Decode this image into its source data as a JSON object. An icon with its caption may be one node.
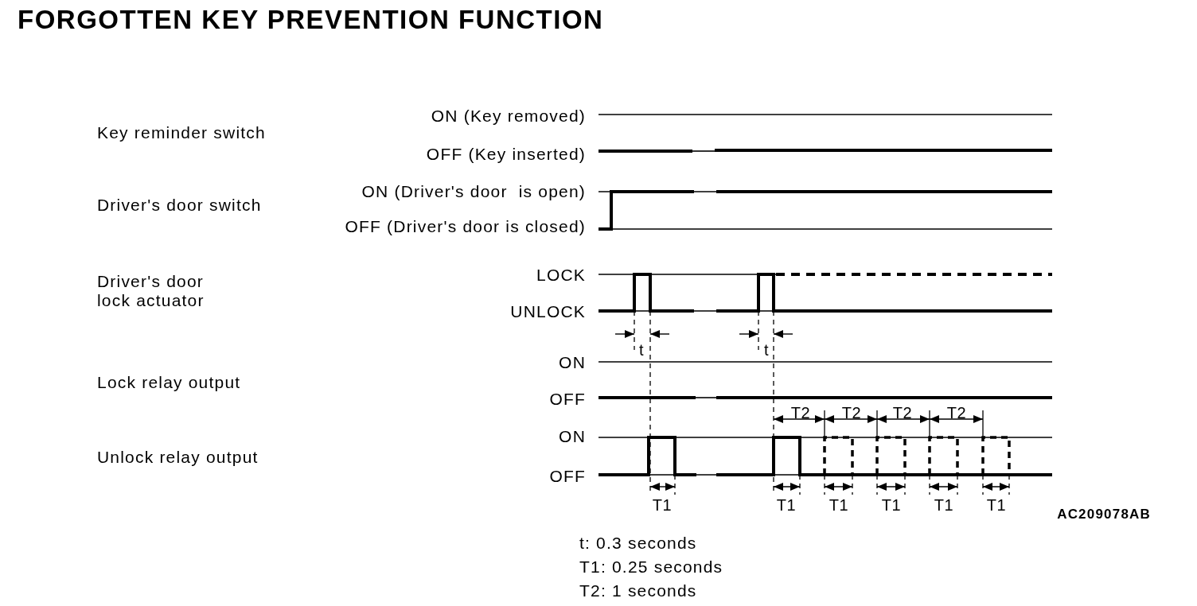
{
  "diagram": {
    "title": "FORGOTTEN KEY PREVENTION FUNCTION",
    "labels": [
      "Key reminder switch",
      "ON (Key removed)",
      "OFF (Key inserted)",
      "Driver's door switch",
      "ON (Driver's door  is open)",
      "OFF (Driver's door is closed)",
      "Driver's door lock actuator",
      "LOCK",
      "UNLOCK",
      "t",
      "t",
      "ON",
      "Lock relay output",
      "OFF",
      "T2",
      "T2",
      "T2",
      "T2",
      "ON",
      "Unlock relay output",
      "OFF",
      "T1",
      "T1",
      "T1",
      "T1",
      "T1",
      "T1",
      "AC209078AB",
      "t: 0.3 seconds",
      "T1: 0.25 seconds",
      "T2: 1 seconds"
    ]
  }
}
